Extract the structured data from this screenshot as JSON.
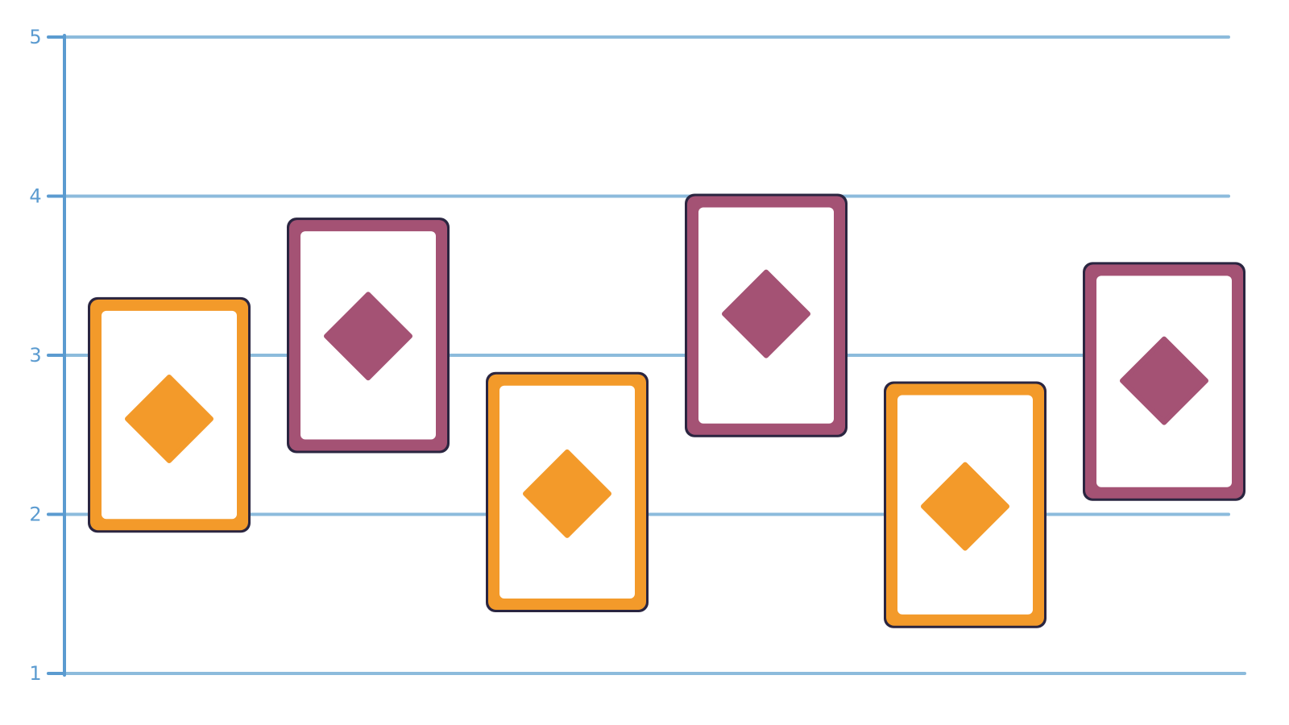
{
  "chart_data": {
    "type": "bar",
    "categories": [
      "",
      "",
      "",
      "",
      "",
      ""
    ],
    "ylim": [
      1,
      5
    ],
    "yticks": [
      "1",
      "2",
      "3",
      "4",
      "5"
    ],
    "grid": true,
    "title": "",
    "xlabel": "",
    "ylabel": "",
    "marks": [
      {
        "low": 1.9,
        "high": 3.35,
        "center": 2.6,
        "color": "#f39a2a"
      },
      {
        "low": 2.4,
        "high": 3.85,
        "center": 3.12,
        "color": "#a45274"
      },
      {
        "low": 1.4,
        "high": 2.88,
        "center": 2.13,
        "color": "#f39a2a"
      },
      {
        "low": 2.5,
        "high": 4.0,
        "center": 3.26,
        "color": "#a45274"
      },
      {
        "low": 1.3,
        "high": 2.82,
        "center": 2.05,
        "color": "#f39a2a"
      },
      {
        "low": 2.1,
        "high": 3.57,
        "center": 2.84,
        "color": "#a45274"
      }
    ]
  },
  "colors": {
    "axis": "#5b9bd0",
    "grid": "#8cbbdc",
    "outline": "#2a2540",
    "card_face": "#ffffff"
  }
}
